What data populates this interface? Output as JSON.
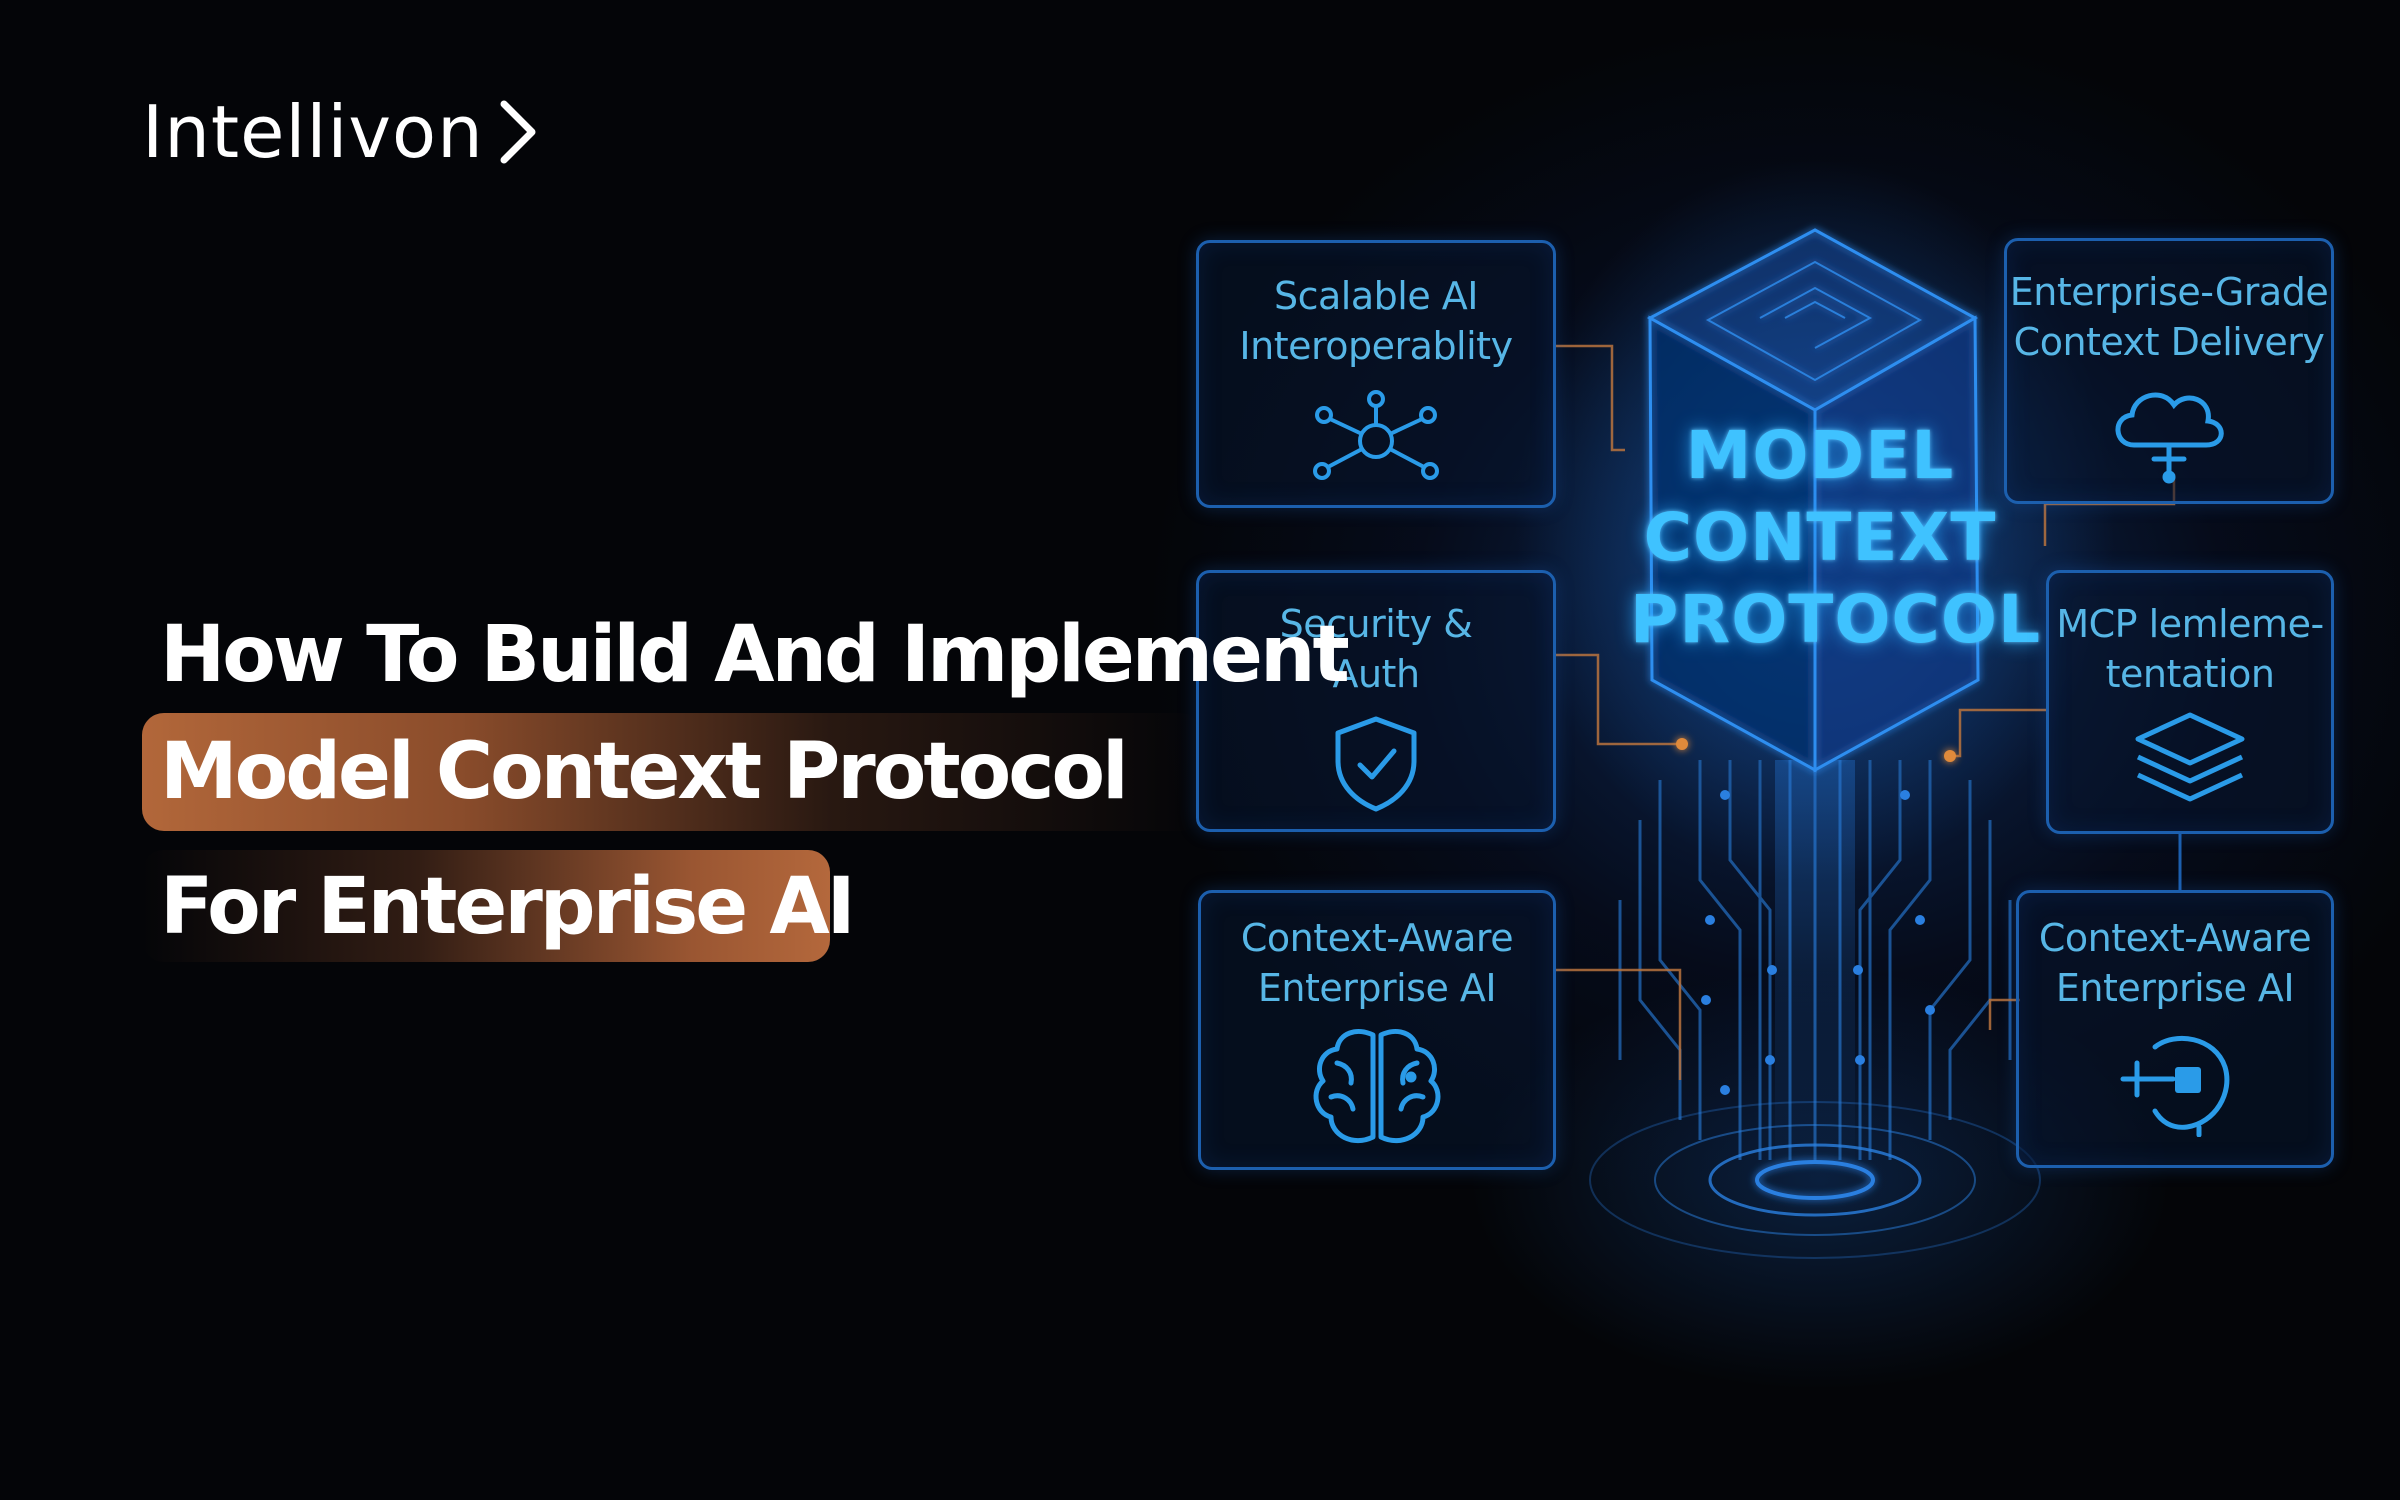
{
  "brand": {
    "name": "Intellivon"
  },
  "headline": {
    "line1": "How To Build And Implement",
    "line2": "Model Context Protocol",
    "line3": "For Enterprise AI"
  },
  "hub": {
    "line1": "MODEL",
    "line2": "CONTEXT",
    "line3": "PROTOCOL"
  },
  "cards": {
    "scalable": {
      "line1": "Scalable AI",
      "line2": "Interoperablity",
      "icon": "network-hub-icon"
    },
    "enterprise_grade": {
      "line1": "Enterprise-Grade",
      "line2": "Context Delivery",
      "icon": "cloud-icon"
    },
    "security": {
      "line1": "Security &",
      "line2": "Auth",
      "icon": "shield-check-icon"
    },
    "mcp_impl": {
      "line1": "MCP lemleme-",
      "line2": "tentation",
      "icon": "layers-icon"
    },
    "context_left": {
      "line1": "Context-Aware",
      "line2": "Enterprise AI",
      "icon": "brain-icon"
    },
    "context_right": {
      "line1": "Context-Aware",
      "line2": "Enterprise AI",
      "icon": "plug-icon"
    }
  },
  "colors": {
    "background": "#040508",
    "card_border": "#1c5fae",
    "card_text": "#57b6e6",
    "hub_text": "#3fc2ff",
    "accent_orange": "#b2673a",
    "node_orange": "#e08a3a"
  }
}
